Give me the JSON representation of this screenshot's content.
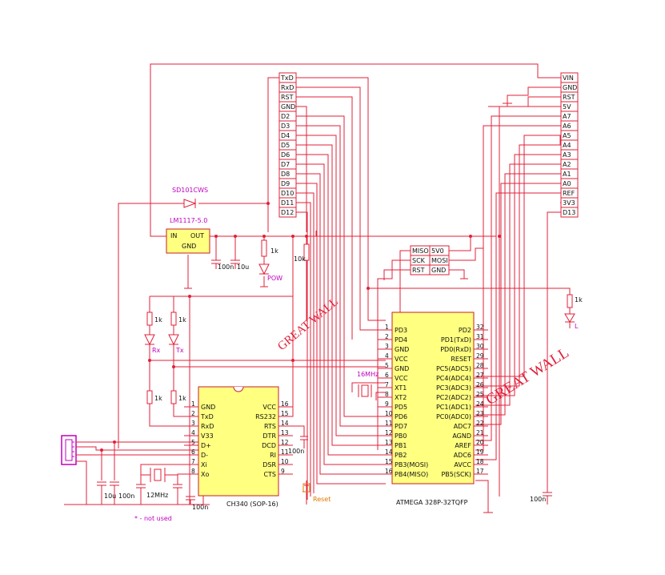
{
  "header_left": [
    "TxD",
    "RxD",
    "RST",
    "GND",
    "D2",
    "D3",
    "D4",
    "D5",
    "D6",
    "D7",
    "D8",
    "D9",
    "D10",
    "D11",
    "D12"
  ],
  "header_right": [
    "VIN",
    "GND",
    "RST",
    "5V",
    "A7",
    "A6",
    "A5",
    "A4",
    "A3",
    "A2",
    "A1",
    "A0",
    "REF",
    "3V3",
    "D13"
  ],
  "icsp": [
    [
      "MISO",
      "5V0"
    ],
    [
      "SCK",
      "MOSI"
    ],
    [
      "RST",
      "GND"
    ]
  ],
  "regulator": {
    "name": "LM1117-5.0",
    "in": "IN",
    "out": "OUT",
    "gnd": "GND"
  },
  "diode": "SD101CWS",
  "pow_led": "POW",
  "rx_led": "Rx",
  "tx_led": "Tx",
  "l_led": "L",
  "reset": "Reset",
  "crystal1": "16MHz",
  "crystal2": "12MHz",
  "not_used": "* - not used",
  "watermark": "GREAT WALL",
  "res": {
    "r1k": "1k",
    "r10k": "10k"
  },
  "caps": {
    "c100n": "100n",
    "c10u": "10u"
  },
  "ch340": {
    "name": "CH340 (SOP-16)",
    "left": [
      [
        "GND",
        "1"
      ],
      [
        "TxD",
        "2"
      ],
      [
        "RxD",
        "3"
      ],
      [
        "V33",
        "4"
      ],
      [
        "D+",
        "5"
      ],
      [
        "D-",
        "6"
      ],
      [
        "Xi",
        "7"
      ],
      [
        "Xo",
        "8"
      ]
    ],
    "right": [
      [
        "VCC",
        "16"
      ],
      [
        "RS232",
        "15"
      ],
      [
        "RTS",
        "14"
      ],
      [
        "DTR",
        "13"
      ],
      [
        "DCD",
        "12"
      ],
      [
        "RI",
        "11"
      ],
      [
        "DSR",
        "10"
      ],
      [
        "CTS",
        "9"
      ]
    ]
  },
  "atmega": {
    "name": "ATMEGA 328P-32TQFP",
    "left": [
      [
        "PD3",
        "1"
      ],
      [
        "PD4",
        "2"
      ],
      [
        "GND",
        "3"
      ],
      [
        "VCC",
        "4"
      ],
      [
        "GND",
        "5"
      ],
      [
        "VCC",
        "6"
      ],
      [
        "XT1",
        "7"
      ],
      [
        "XT2",
        "8"
      ],
      [
        "PD5",
        "9"
      ],
      [
        "PD6",
        "10"
      ],
      [
        "PD7",
        "11"
      ],
      [
        "PB0",
        "12"
      ],
      [
        "PB1",
        "13"
      ],
      [
        "PB2",
        "14"
      ],
      [
        "PB3(MOSI)",
        "15"
      ],
      [
        "PB4(MISO)",
        "16"
      ]
    ],
    "right": [
      [
        "PD2",
        "32"
      ],
      [
        "PD1(TxD)",
        "31"
      ],
      [
        "PD0(RxD)",
        "30"
      ],
      [
        "RESET",
        "29"
      ],
      [
        "PC5(ADC5)",
        "28"
      ],
      [
        "PC4(ADC4)",
        "27"
      ],
      [
        "PC3(ADC3)",
        "26"
      ],
      [
        "PC2(ADC2)",
        "25"
      ],
      [
        "PC1(ADC1)",
        "24"
      ],
      [
        "PC0(ADC0)",
        "23"
      ],
      [
        "ADC7",
        "22"
      ],
      [
        "AGND",
        "21"
      ],
      [
        "AREF",
        "20"
      ],
      [
        "ADC6",
        "19"
      ],
      [
        "AVCC",
        "18"
      ],
      [
        "PB5(SCK)",
        "17"
      ]
    ]
  }
}
